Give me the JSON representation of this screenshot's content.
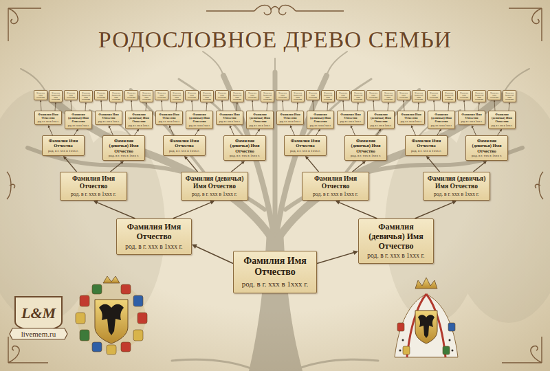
{
  "diagram": {
    "title": "РОДОСЛОВНОЕ ДРЕВО СЕМЬИ",
    "nodes": [
      {
        "text": [
          "Фамилия Имя Отчество",
          "род. в г. xxx в 1xxx г."
        ]
      },
      {
        "text": [
          "Фамилия Имя Отчество",
          "род. в г. xxx в 1xxx г."
        ]
      },
      {
        "text": [
          "Фамилия (девичья) Имя Отчество",
          "род. в г. xxx в 1xxx г."
        ]
      },
      {
        "text": [
          "Фамилия Имя Отчество",
          "род. в г. xxx в 1xxx г."
        ]
      },
      {
        "text": [
          "Фамилия (девичья) Имя Отчество",
          "род. в г. xxx в 1xxx г."
        ]
      },
      {
        "text": [
          "Фамилия Имя Отчество",
          "род. в г. xxx в 1xxx г."
        ]
      },
      {
        "text": [
          "Фамилия (девичья) Имя Отчество",
          "род. в г. xxx в 1xxx г."
        ]
      },
      {
        "text": [
          "Фамилия Имя Отчество",
          "род. в г. xxx в 1xxx г."
        ]
      },
      {
        "text": [
          "Фамилия (девичья) Имя Отчество",
          "род. в г. xxx в 1xxx г."
        ]
      },
      {
        "text": [
          "Фамилия Имя Отчество",
          "род. в г. xxx в 1xxx г."
        ]
      },
      {
        "text": [
          "Фамилия (девичья) Имя Отчество",
          "род. в г. xxx в 1xxx г."
        ]
      },
      {
        "text": [
          "Фамилия Имя Отчество",
          "род. в г. xxx в 1xxx г."
        ]
      },
      {
        "text": [
          "Фамилия (девичья) Имя Отчество",
          "род. в г. xxx в 1xxx г."
        ]
      },
      {
        "text": [
          "Фамилия Имя Отчество",
          "род. в г. xxx в 1xxx г."
        ]
      },
      {
        "text": [
          "Фамилия (девичья) Имя Отчество",
          "род. в г. xxx в 1xxx г."
        ]
      },
      {
        "text": [
          "Фамилия Имя Отчество",
          "род. в г. xxx в 1xxx г."
        ]
      },
      {
        "text": [
          "Фамилия (девичья) Имя Отчество",
          "род. в г. xxx в 1xxx г."
        ]
      },
      {
        "text": [
          "Фамилия Имя Отчество",
          "род. в г. xxx в 1xxx г."
        ]
      },
      {
        "text": [
          "Фамилия (девичья) Имя Отчество",
          "род. в г. xxx в 1xxx г."
        ]
      },
      {
        "text": [
          "Фамилия Имя Отчество",
          "род. в г. xxx в 1xxx г."
        ]
      },
      {
        "text": [
          "Фамилия (девичья) Имя Отчество",
          "род. в г. xxx в 1xxx г."
        ]
      },
      {
        "text": [
          "Фамилия Имя Отчество",
          "род. в г. xxx в 1xxx г."
        ]
      },
      {
        "text": [
          "Фамилия (девичья) Имя Отчество",
          "род. в г. xxx в 1xxx г."
        ]
      },
      {
        "text": [
          "Фамилия Имя Отчество",
          "род. в г. xxx в 1xxx г."
        ]
      },
      {
        "text": [
          "Фамилия (девичья) Имя Отчество",
          "род. в г. xxx в 1xxx г."
        ]
      },
      {
        "text": [
          "Фамилия Имя Отчество",
          "род. в г. xxx в 1xxx г."
        ]
      },
      {
        "text": [
          "Фамилия (девичья) Имя Отчество",
          "род. в г. xxx в 1xxx г."
        ]
      },
      {
        "text": [
          "Фамилия Имя Отчество",
          "род. в г. xxx в 1xxx г."
        ]
      },
      {
        "text": [
          "Фамилия (девичья) Имя Отчество",
          "род. в г. xxx в 1xxx г."
        ]
      },
      {
        "text": [
          "Фамилия Имя Отчество",
          "род. в г. xxx в 1xxx г."
        ]
      },
      {
        "text": [
          "Фамилия (девичья) Имя Отчество",
          "род. в г. xxx в 1xxx г."
        ]
      },
      {
        "text": [
          "Фамилия Имя Отчество"
        ]
      },
      {
        "text": [
          "Фамилия (девичья) Имя Отчество"
        ]
      },
      {
        "text": [
          "Фамилия Имя Отчество"
        ]
      },
      {
        "text": [
          "Фамилия (девичья) Имя Отчество"
        ]
      },
      {
        "text": [
          "Фамилия Имя Отчество"
        ]
      },
      {
        "text": [
          "Фамилия (девичья) Имя Отчество"
        ]
      },
      {
        "text": [
          "Фамилия Имя Отчество"
        ]
      },
      {
        "text": [
          "Фамилия (девичья) Имя Отчество"
        ]
      },
      {
        "text": [
          "Фамилия Имя Отчество"
        ]
      },
      {
        "text": [
          "Фамилия (девичья) Имя Отчество"
        ]
      },
      {
        "text": [
          "Фамилия Имя Отчество"
        ]
      },
      {
        "text": [
          "Фамилия (девичья) Имя Отчество"
        ]
      },
      {
        "text": [
          "Фамилия Имя Отчество"
        ]
      },
      {
        "text": [
          "Фамилия (девичья) Имя Отчество"
        ]
      },
      {
        "text": [
          "Фамилия Имя Отчество"
        ]
      },
      {
        "text": [
          "Фамилия (девичья) Имя Отчество"
        ]
      },
      {
        "text": [
          "Фамилия Имя Отчество"
        ]
      },
      {
        "text": [
          "Фамилия (девичья) Имя Отчество"
        ]
      },
      {
        "text": [
          "Фамилия Имя Отчество"
        ]
      },
      {
        "text": [
          "Фамилия (девичья) Имя Отчество"
        ]
      },
      {
        "text": [
          "Фамилия Имя Отчество"
        ]
      },
      {
        "text": [
          "Фамилия (девичья) Имя Отчество"
        ]
      },
      {
        "text": [
          "Фамилия Имя Отчество"
        ]
      },
      {
        "text": [
          "Фамилия (девичья) Имя Отчество"
        ]
      },
      {
        "text": [
          "Фамилия Имя Отчество"
        ]
      },
      {
        "text": [
          "Фамилия (девичья) Имя Отчество"
        ]
      },
      {
        "text": [
          "Фамилия Имя Отчество"
        ]
      },
      {
        "text": [
          "Фамилия (девичья) Имя Отчество"
        ]
      },
      {
        "text": [
          "Фамилия Имя Отчество"
        ]
      },
      {
        "text": [
          "Фамилия (девичья) Имя Отчество"
        ]
      },
      {
        "text": [
          "Фамилия Имя Отчество"
        ]
      },
      {
        "text": [
          "Фамилия (девичья) Имя Отчество"
        ]
      }
    ],
    "edges": [
      {
        "from": 0,
        "to": 1,
        "arrow": "to"
      },
      {
        "from": 0,
        "to": 2,
        "arrow": "to"
      },
      {
        "from": 1,
        "to": 3,
        "arrow": "to"
      },
      {
        "from": 1,
        "to": 4,
        "arrow": "to"
      },
      {
        "from": 2,
        "to": 5,
        "arrow": "to"
      },
      {
        "from": 2,
        "to": 6,
        "arrow": "to"
      },
      {
        "from": 3,
        "to": 7,
        "arrow": "to"
      },
      {
        "from": 3,
        "to": 8,
        "arrow": "to"
      },
      {
        "from": 4,
        "to": 9,
        "arrow": "to"
      },
      {
        "from": 4,
        "to": 10,
        "arrow": "to"
      },
      {
        "from": 5,
        "to": 11,
        "arrow": "to"
      },
      {
        "from": 5,
        "to": 12,
        "arrow": "to"
      },
      {
        "from": 6,
        "to": 13,
        "arrow": "to"
      },
      {
        "from": 6,
        "to": 14,
        "arrow": "to"
      },
      {
        "from": 7,
        "to": 15,
        "arrow": "to"
      },
      {
        "from": 7,
        "to": 16,
        "arrow": "to"
      },
      {
        "from": 8,
        "to": 17,
        "arrow": "to"
      },
      {
        "from": 8,
        "to": 18,
        "arrow": "to"
      },
      {
        "from": 9,
        "to": 19,
        "arrow": "to"
      },
      {
        "from": 9,
        "to": 20,
        "arrow": "to"
      },
      {
        "from": 10,
        "to": 21,
        "arrow": "to"
      },
      {
        "from": 10,
        "to": 22,
        "arrow": "to"
      },
      {
        "from": 11,
        "to": 23,
        "arrow": "to"
      },
      {
        "from": 11,
        "to": 24,
        "arrow": "to"
      },
      {
        "from": 12,
        "to": 25,
        "arrow": "to"
      },
      {
        "from": 12,
        "to": 26,
        "arrow": "to"
      },
      {
        "from": 13,
        "to": 27,
        "arrow": "to"
      },
      {
        "from": 13,
        "to": 28,
        "arrow": "to"
      },
      {
        "from": 14,
        "to": 29,
        "arrow": "to"
      },
      {
        "from": 14,
        "to": 30,
        "arrow": "to"
      },
      {
        "from": 15,
        "to": 31,
        "arrow": "to"
      },
      {
        "from": 15,
        "to": 32,
        "arrow": "to"
      },
      {
        "from": 16,
        "to": 33,
        "arrow": "to"
      },
      {
        "from": 16,
        "to": 34,
        "arrow": "to"
      },
      {
        "from": 17,
        "to": 35,
        "arrow": "to"
      },
      {
        "from": 17,
        "to": 36,
        "arrow": "to"
      },
      {
        "from": 18,
        "to": 37,
        "arrow": "to"
      },
      {
        "from": 18,
        "to": 38,
        "arrow": "to"
      },
      {
        "from": 19,
        "to": 39,
        "arrow": "to"
      },
      {
        "from": 19,
        "to": 40,
        "arrow": "to"
      },
      {
        "from": 20,
        "to": 41,
        "arrow": "to"
      },
      {
        "from": 20,
        "to": 42,
        "arrow": "to"
      },
      {
        "from": 21,
        "to": 43,
        "arrow": "to"
      },
      {
        "from": 21,
        "to": 44,
        "arrow": "to"
      },
      {
        "from": 22,
        "to": 45,
        "arrow": "to"
      },
      {
        "from": 22,
        "to": 46,
        "arrow": "to"
      },
      {
        "from": 23,
        "to": 47,
        "arrow": "to"
      },
      {
        "from": 23,
        "to": 48,
        "arrow": "to"
      },
      {
        "from": 24,
        "to": 49,
        "arrow": "to"
      },
      {
        "from": 24,
        "to": 50,
        "arrow": "to"
      },
      {
        "from": 25,
        "to": 51,
        "arrow": "to"
      },
      {
        "from": 25,
        "to": 52,
        "arrow": "to"
      },
      {
        "from": 26,
        "to": 53,
        "arrow": "to"
      },
      {
        "from": 26,
        "to": 54,
        "arrow": "to"
      },
      {
        "from": 27,
        "to": 55,
        "arrow": "to"
      },
      {
        "from": 27,
        "to": 56,
        "arrow": "to"
      },
      {
        "from": 28,
        "to": 57,
        "arrow": "to"
      },
      {
        "from": 28,
        "to": 58,
        "arrow": "to"
      },
      {
        "from": 29,
        "to": 59,
        "arrow": "to"
      },
      {
        "from": 29,
        "to": 60,
        "arrow": "to"
      },
      {
        "from": 30,
        "to": 61,
        "arrow": "to"
      },
      {
        "from": 30,
        "to": 62,
        "arrow": "to"
      }
    ],
    "labels": [
      "L&M",
      "livemem.ru"
    ]
  }
}
